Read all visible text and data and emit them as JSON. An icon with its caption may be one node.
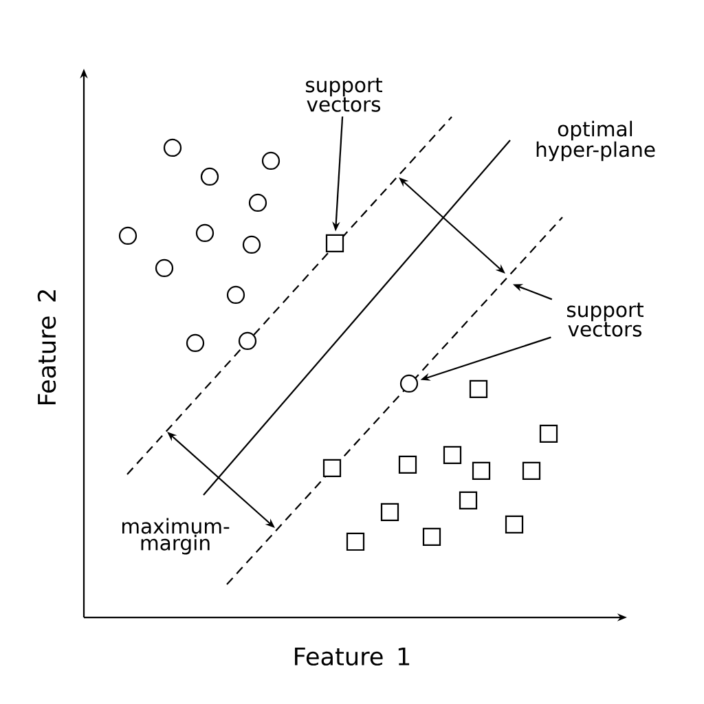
{
  "diagram": {
    "nodes": [
      {
        "text": [
          "support vectors"
        ]
      },
      {
        "text": [
          "support vectors"
        ]
      },
      {
        "text": [],
        "shape": "circle"
      },
      {
        "text": [],
        "shape": "circle"
      },
      {
        "text": [],
        "shape": "circle"
      },
      {
        "text": [],
        "shape": "circle"
      },
      {
        "text": [],
        "shape": "circle"
      },
      {
        "text": [],
        "shape": "circle"
      },
      {
        "text": [],
        "shape": "box"
      },
      {
        "text": [],
        "shape": "circle"
      },
      {
        "text": [],
        "shape": "circle"
      },
      {
        "text": [],
        "shape": "circle"
      },
      {
        "text": [],
        "shape": "circle"
      },
      {
        "text": [],
        "shape": "circle"
      },
      {
        "text": [],
        "shape": "circle"
      },
      {
        "text": [],
        "shape": "box"
      },
      {
        "text": [],
        "shape": "box"
      },
      {
        "text": [],
        "shape": "box"
      },
      {
        "text": [],
        "shape": "box"
      },
      {
        "text": [],
        "shape": "box"
      },
      {
        "text": [],
        "shape": "box"
      },
      {
        "text": [],
        "shape": "box"
      },
      {
        "text": [],
        "shape": "box"
      },
      {
        "text": [],
        "shape": "box"
      },
      {
        "text": [],
        "shape": "box"
      },
      {
        "text": [],
        "shape": "box"
      },
      {
        "text": [],
        "shape": "box"
      }
    ],
    "edges": [
      {
        "from": 0,
        "to": 8,
        "arrow": "to"
      },
      {
        "from": 1,
        "to": 14,
        "arrow": "to"
      },
      {
        "from": 1,
        "to": null,
        "arrow": "to"
      }
    ],
    "labels": [
      "optimal hyper-plane",
      "maximum-margin",
      "Feature 1",
      "Feature 2"
    ]
  }
}
